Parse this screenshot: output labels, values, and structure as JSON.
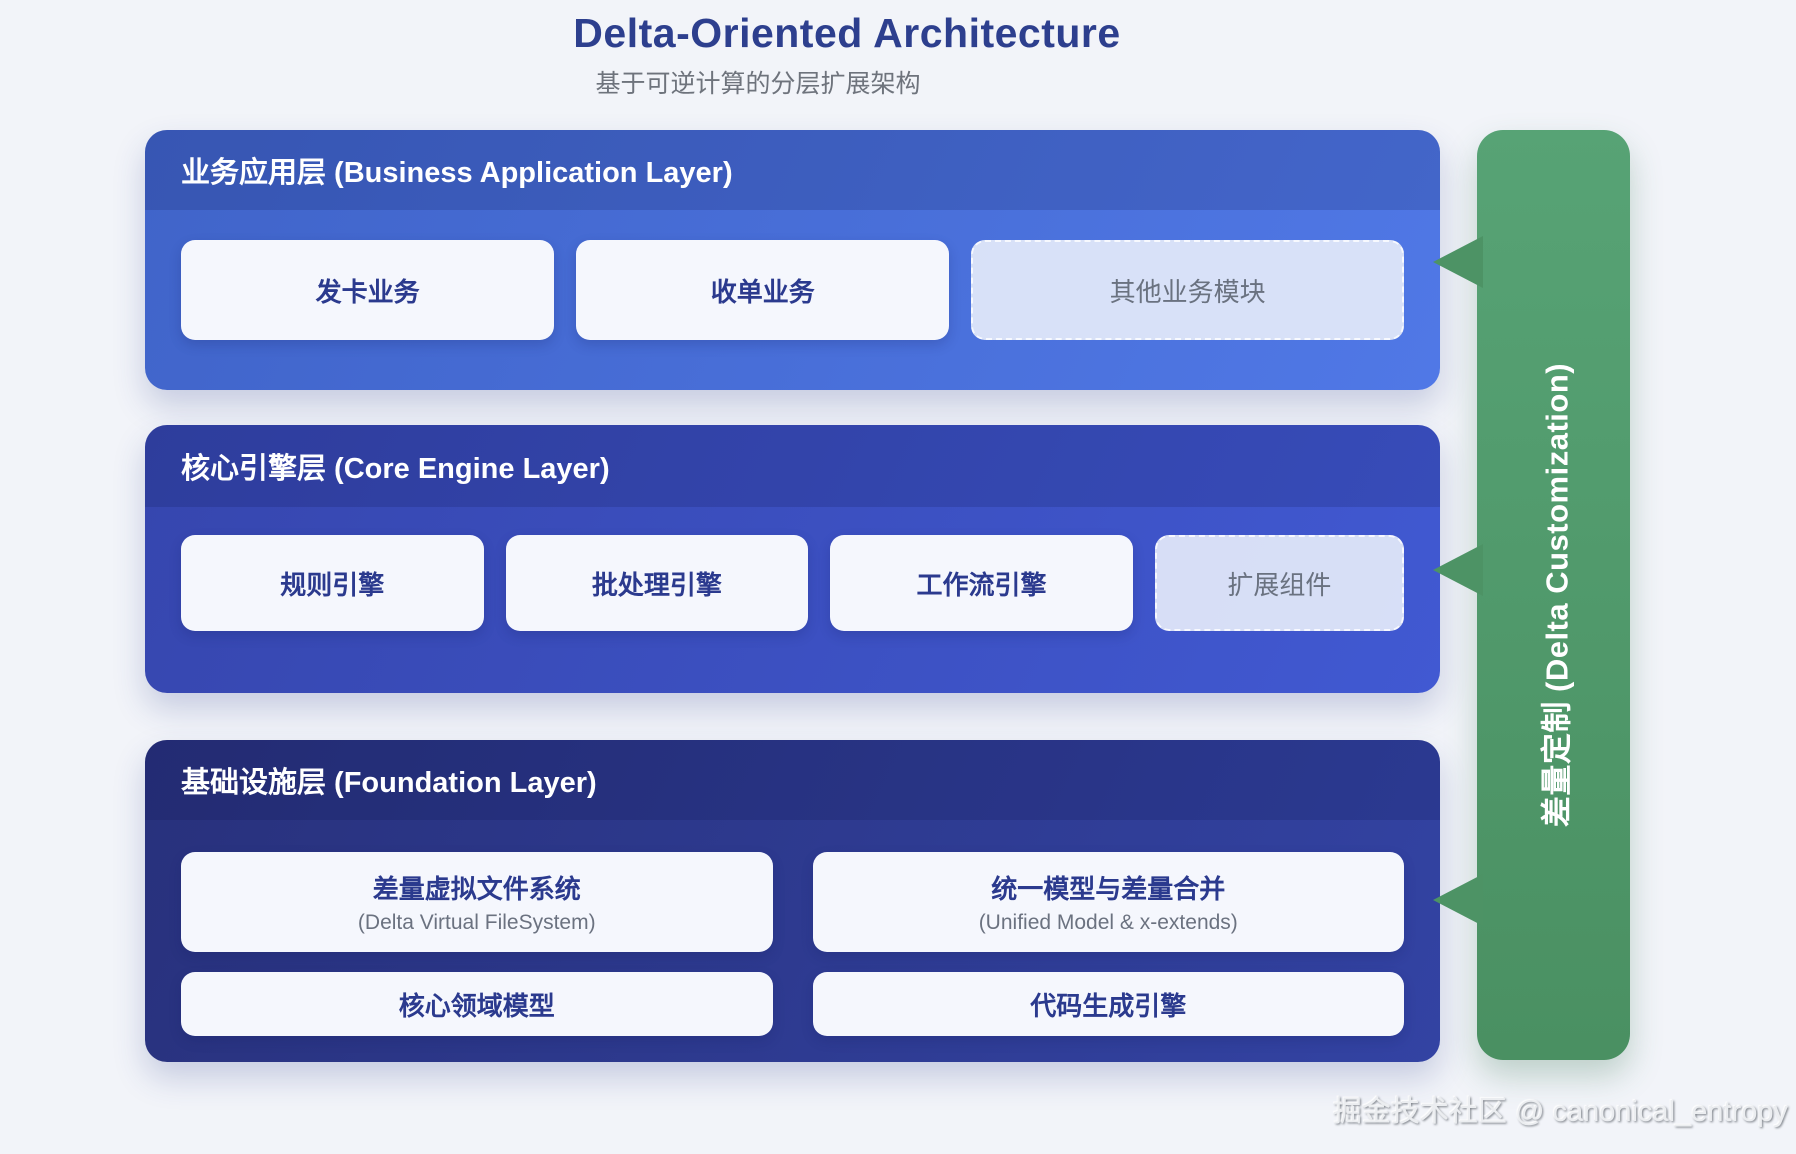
{
  "title": "Delta-Oriented Architecture",
  "subtitle": "基于可逆计算的分层扩展架构",
  "layers": [
    {
      "header": "业务应用层 (Business Application Layer)",
      "boxes": [
        {
          "label": "发卡业务"
        },
        {
          "label": "收单业务"
        },
        {
          "label": "其他业务模块",
          "style": "dashed"
        }
      ]
    },
    {
      "header": "核心引擎层 (Core Engine Layer)",
      "boxes": [
        {
          "label": "规则引擎"
        },
        {
          "label": "批处理引擎"
        },
        {
          "label": "工作流引擎"
        },
        {
          "label": "扩展组件",
          "style": "dashed"
        }
      ]
    },
    {
      "header": "基础设施层 (Foundation Layer)",
      "rows": [
        [
          {
            "label": "差量虚拟文件系统",
            "sublabel": "(Delta Virtual FileSystem)"
          },
          {
            "label": "统一模型与差量合并",
            "sublabel": "(Unified Model & x-extends)"
          }
        ],
        [
          {
            "label": "核心领域模型"
          },
          {
            "label": "代码生成引擎"
          }
        ]
      ]
    }
  ],
  "sidebar": {
    "label": "差量定制 (Delta Customization)"
  },
  "watermark": "掘金技术社区 @ canonical_entropy",
  "colors": {
    "page_background": "#F2F4F9",
    "title_navy": "#2D3F8E",
    "layer1_blue": "#4B70E0",
    "layer2_indigo": "#3C50C4",
    "layer3_navy": "#2E3C96",
    "delta_green": "#4F9768",
    "box_background": "#F5F7FD",
    "box_text_navy": "#2B3A8E",
    "dashed_box_text": "#6A7280"
  }
}
